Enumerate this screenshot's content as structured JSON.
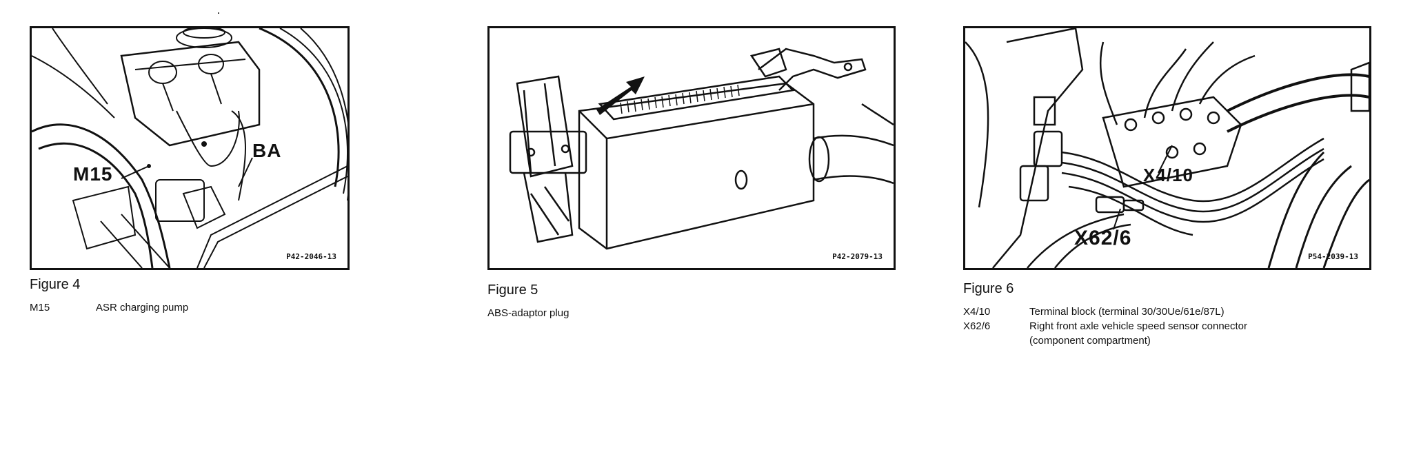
{
  "figures": [
    {
      "title": "Figure 4",
      "photo_code": "P42-2046-13",
      "callouts": [
        "M15",
        "BA"
      ],
      "legend": [
        {
          "code": "M15",
          "desc": "ASR charging pump"
        }
      ]
    },
    {
      "title": "Figure 5",
      "photo_code": "P42-2079-13",
      "callouts": [],
      "caption": "ABS-adaptor plug"
    },
    {
      "title": "Figure 6",
      "photo_code": "P54-2039-13",
      "callouts": [
        "X4/10",
        "X62/6"
      ],
      "legend": [
        {
          "code": "X4/10",
          "desc": "Terminal block (terminal 30/30Ue/61e/87L)"
        },
        {
          "code": "X62/6",
          "desc": "Right front axle vehicle speed sensor connector"
        },
        {
          "code": "",
          "desc": "(component compartment)"
        }
      ]
    }
  ]
}
